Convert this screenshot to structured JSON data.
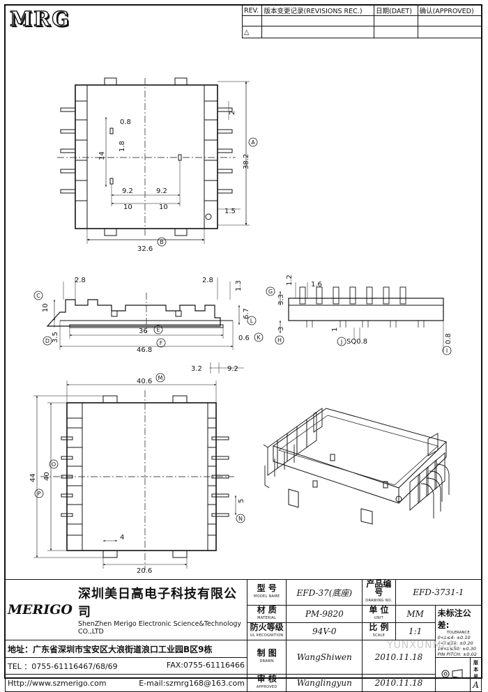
{
  "logo": "MRG",
  "revision_table": {
    "headers": [
      "REV.",
      "版本变更记录(REVISIONS REC.)",
      "日期(DAET)",
      "确认(APPROVED)"
    ],
    "rows": [
      [
        "",
        "",
        "",
        ""
      ],
      [
        "△",
        "",
        "",
        ""
      ]
    ]
  },
  "top_view": {
    "dim_height": "38.2",
    "dim_height_label": "A",
    "dim_width": "32.6",
    "dim_width_label": "B",
    "dim_pin_offset": "2",
    "dim_slot_w": "0.8",
    "dim_slot_h": "1.8",
    "dim_slot_span": "14",
    "dim_half_a": "9.2",
    "dim_half_b": "9.2",
    "dim_ten_a": "10",
    "dim_ten_b": "10",
    "dim_hole": "1.5"
  },
  "front_view": {
    "dim_left_step": "2.8",
    "dim_right_step": "2.8",
    "dim_right_top": "1.3",
    "dim_height": "10",
    "dim_height_label": "C",
    "dim_foot": "6.7",
    "dim_foot_label": "L",
    "dim_base": "3.5",
    "dim_base_label": "D",
    "dim_inner": "36",
    "dim_inner_label": "E",
    "dim_overall": "46.8",
    "dim_overall_label": "F",
    "dim_thick": "0.6",
    "dim_thick_label": "K",
    "dim_offset_a": "3.2",
    "dim_offset_b": "9.2"
  },
  "side_view": {
    "dim_a": "1.2",
    "dim_b": "1.6",
    "dim_c": "3.3",
    "dim_c_label": "G",
    "dim_d": "3",
    "dim_d_label": "H",
    "dim_e": "1",
    "dim_sq": "SQ0.8",
    "dim_sq_label": "J",
    "dim_f": "0.8",
    "dim_f_label": "I"
  },
  "bottom_view": {
    "dim_width": "40.6",
    "dim_width_label": "M",
    "dim_height": "44",
    "dim_height_label": "P",
    "dim_inner": "40",
    "dim_inner_label": "O",
    "dim_pitch": "5",
    "dim_pitch_label": "N",
    "dim_tab": "4",
    "dim_base": "20.6"
  },
  "title_block": {
    "brand": "MERIGO",
    "company_cn": "深圳美日高电子科技有限公司",
    "company_en": "ShenZhen Merigo Electronic Science&Technology CO.,LTD",
    "address": "地址：广东省深圳市宝安区大浪街道浪口工业园B区9栋",
    "tel": "TEL ：0755-61116467/68/69",
    "fax": "FAX:0755-61116466",
    "http": "Http://www.szmerigo.com",
    "email": "E-mail:szmrg168@163.com",
    "model_label": "型  号",
    "model_sub": "MODEL NAME",
    "model": "EFD-37(底座)",
    "drawing_label": "产品编号",
    "drawing_sub": "DRAWING NO.",
    "drawing_no": "EFD-3731-1",
    "material_label": "材  质",
    "material_sub": "MATERIAL",
    "material": "PM-9820",
    "unit_label": "单  位",
    "unit_sub": "UNIT",
    "unit": "MM",
    "tol_title": "未标注公差:",
    "tol_sub": "TOLERANCE",
    "tol_lines": [
      "0<L≤4:   ±0.10",
      "4<L≤16:  ±0.20",
      "16<L≤50: ±0.30",
      "PIN PITCH:  ±0.02"
    ],
    "flame_label": "防火等级",
    "flame_sub": "UL RECOGNITION",
    "flame": "94V-0",
    "scale_label": "比  例",
    "scale_sub": "SCALE",
    "scale": "1:1",
    "drawn_label": "制  图",
    "drawn_sub": "DRAWN",
    "drawn_by": "WangShiwen",
    "drawn_date": "2010.11.18",
    "approved_label": "审  核",
    "approved_sub": "APPROVED",
    "approved_by": "Wanglingyun",
    "approved_date": "2010.11.18",
    "version_label": "版本号",
    "version": "A"
  },
  "watermark": "YUNXUNMED"
}
